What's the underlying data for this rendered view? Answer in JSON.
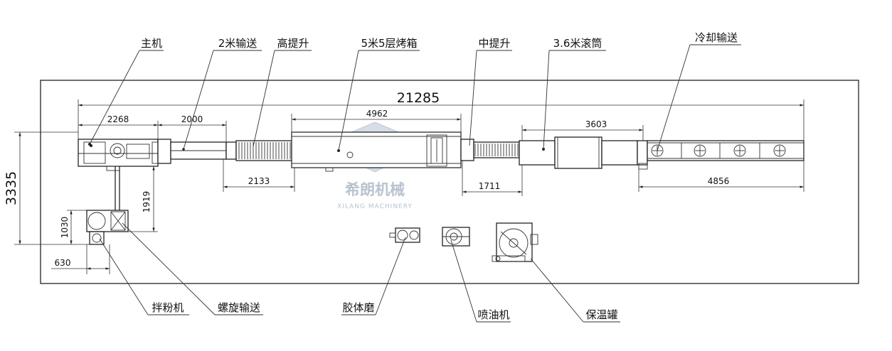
{
  "labels": {
    "main_machine": "主机",
    "conveyor_2m": "2米输送",
    "high_lift": "高提升",
    "oven": "5米5层烤箱",
    "mid_lift": "中提升",
    "drum": "3.6米滚筒",
    "cooling": "冷却输送",
    "flour_mixer": "拌粉机",
    "screw_conveyor": "螺旋输送",
    "colloid_mill": "胶体磨",
    "oil_sprayer": "喷油机",
    "insulated_tank": "保温罐"
  },
  "dimensions": {
    "total_length": "21285",
    "total_width": "3335",
    "main_len": "2268",
    "conveyor_len": "2000",
    "oven_len": "4962",
    "high_lift_len": "2133",
    "mid_lift_len": "1711",
    "drum_len": "3603",
    "cooling_len": "4856",
    "mixer_offset": "1919",
    "mixer_height": "1030",
    "mixer_width": "630"
  },
  "watermark": {
    "name_cn": "希朗机械",
    "name_en": "XILANG  MACHINERY",
    "color": "#b9c3cf"
  }
}
